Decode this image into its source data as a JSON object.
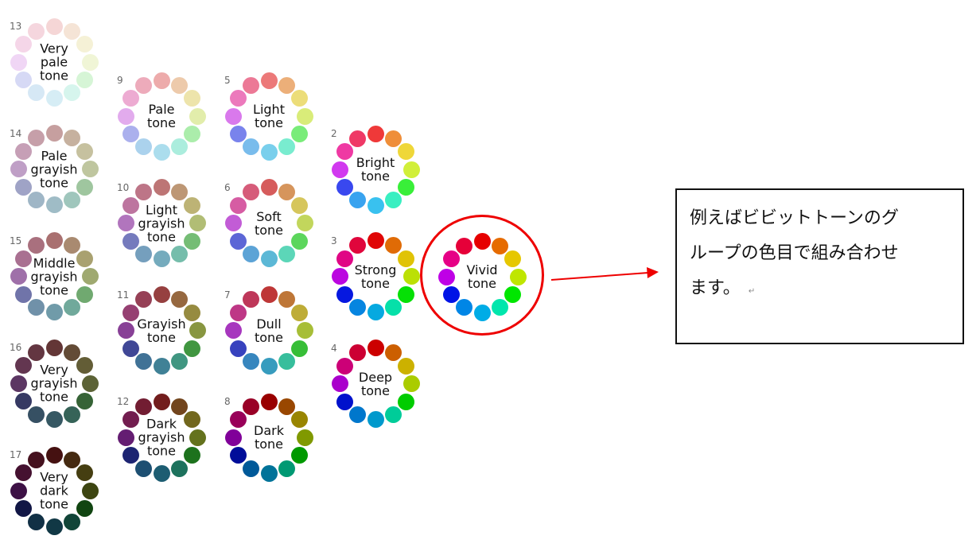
{
  "hues": [
    0,
    28,
    52,
    70,
    120,
    165,
    195,
    205,
    235,
    290,
    325,
    345
  ],
  "highlight_color": "#ee0000",
  "tones": [
    {
      "id": "13",
      "lines": [
        "Very",
        "pale",
        "tone"
      ],
      "s": 60,
      "l": 90,
      "col": 0,
      "row": 0
    },
    {
      "id": "14",
      "lines": [
        "Pale",
        "grayish",
        "tone"
      ],
      "s": 25,
      "l": 70,
      "col": 0,
      "row": 1
    },
    {
      "id": "15",
      "lines": [
        "Middle",
        "grayish",
        "tone"
      ],
      "s": 25,
      "l": 55,
      "col": 0,
      "row": 2
    },
    {
      "id": "16",
      "lines": [
        "Very",
        "grayish",
        "tone"
      ],
      "s": 30,
      "l": 30,
      "col": 0,
      "row": 3
    },
    {
      "id": "17",
      "lines": [
        "Very",
        "dark",
        "tone"
      ],
      "s": 60,
      "l": 17,
      "col": 0,
      "row": 4
    },
    {
      "id": "9",
      "lines": [
        "Pale",
        "tone"
      ],
      "s": 65,
      "l": 80,
      "col": 1,
      "row": 0
    },
    {
      "id": "10",
      "lines": [
        "Light",
        "grayish",
        "tone"
      ],
      "s": 35,
      "l": 60,
      "col": 1,
      "row": 1
    },
    {
      "id": "11",
      "lines": [
        "Grayish",
        "tone"
      ],
      "s": 40,
      "l": 42,
      "col": 1,
      "row": 2
    },
    {
      "id": "12",
      "lines": [
        "Dark",
        "grayish",
        "tone"
      ],
      "s": 60,
      "l": 28,
      "col": 1,
      "row": 3
    },
    {
      "id": "5",
      "lines": [
        "Light",
        "tone"
      ],
      "s": 75,
      "l": 70,
      "col": 2,
      "row": 0
    },
    {
      "id": "6",
      "lines": [
        "Soft",
        "tone"
      ],
      "s": 60,
      "l": 60,
      "col": 2,
      "row": 1
    },
    {
      "id": "7",
      "lines": [
        "Dull",
        "tone"
      ],
      "s": 55,
      "l": 48,
      "col": 2,
      "row": 2
    },
    {
      "id": "8",
      "lines": [
        "Dark",
        "tone"
      ],
      "s": 100,
      "l": 30,
      "col": 2,
      "row": 3
    },
    {
      "id": "2",
      "lines": [
        "Bright",
        "tone"
      ],
      "s": 85,
      "l": 58,
      "col": 3,
      "row": 1
    },
    {
      "id": "3",
      "lines": [
        "Strong",
        "tone"
      ],
      "s": 95,
      "l": 45,
      "col": 3,
      "row": 2
    },
    {
      "id": "4",
      "lines": [
        "Deep",
        "tone"
      ],
      "s": 100,
      "l": 40,
      "col": 3,
      "row": 3
    },
    {
      "id": "",
      "lines": [
        "Vivid",
        "tone"
      ],
      "s": 100,
      "l": 45,
      "col": 4,
      "row": 2
    }
  ],
  "note": {
    "lines": [
      "例えばビビットトーンのグ",
      "ループの色目で組み合わせ",
      "ます。"
    ],
    "return_mark": "↵"
  }
}
